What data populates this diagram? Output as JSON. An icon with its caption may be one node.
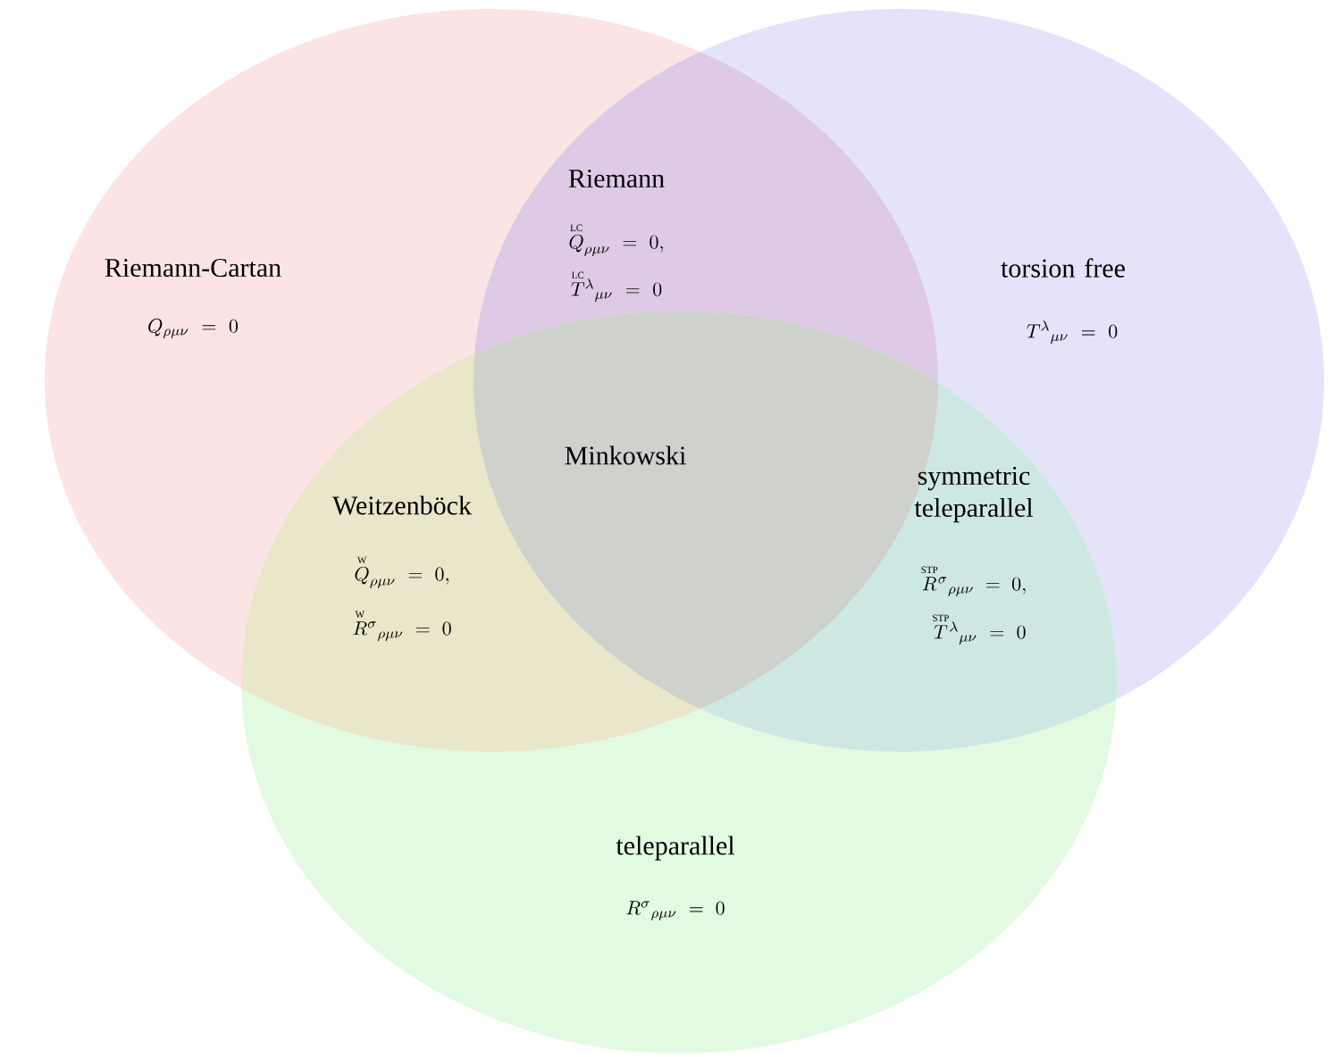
{
  "diagram": {
    "nodes": [
      {
        "text": [
          "Riemann-Cartan",
          "Q_{\\rho\\mu\\nu}=0"
        ]
      },
      {
        "text": [
          "torsion free",
          "T^{\\lambda}{}_{\\mu\\nu}=0"
        ]
      },
      {
        "text": [
          "teleparallel",
          "R^{\\sigma}{}_{\\rho\\mu\\nu}=0"
        ]
      }
    ],
    "labels": [
      "Riemann",
      "\\overset{\\scriptscriptstyle\\mathrm{LC}}{Q}_{\\rho\\mu\\nu}=0,",
      "\\overset{\\scriptscriptstyle\\mathrm{LC}}{T}{}^{\\lambda}{}_{\\mu\\nu}=0",
      "Minkowski",
      "Weitzenböck",
      "symmetric teleparallel",
      "\\overset{\\scriptscriptstyle\\mathrm{W}}{Q}_{\\rho\\mu\\nu}=0,",
      "\\overset{\\scriptscriptstyle\\mathrm{W}}{R}{}^{\\sigma}{}_{\\rho\\mu\\nu}=0",
      "\\overset{\\scriptscriptstyle\\mathrm{STP}}{R}{}^{\\sigma}{}_{\\rho\\mu\\nu}=0,",
      "\\overset{\\scriptscriptstyle\\mathrm{STP}}{T}{}^{\\lambda}{}_{\\mu\\nu}=0"
    ]
  }
}
